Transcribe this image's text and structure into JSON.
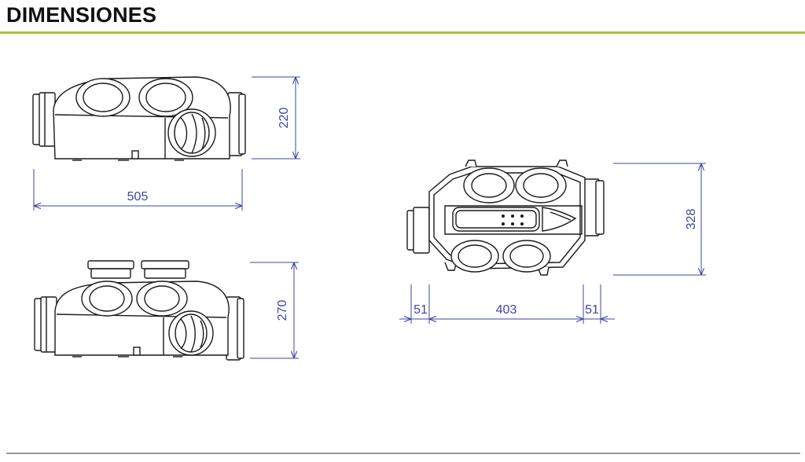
{
  "title": "DIMENSIONES",
  "colors": {
    "accent": "#a8c23a",
    "dimension": "#3d46a0",
    "outline": "#1a1a1a",
    "rule_bottom": "#9a9a9a"
  },
  "dimensions": {
    "front_width": "505",
    "front_height": "220",
    "side_height": "270",
    "top_depth": "328",
    "top_left_spigot": "51",
    "top_body": "403",
    "top_right_spigot": "51"
  }
}
